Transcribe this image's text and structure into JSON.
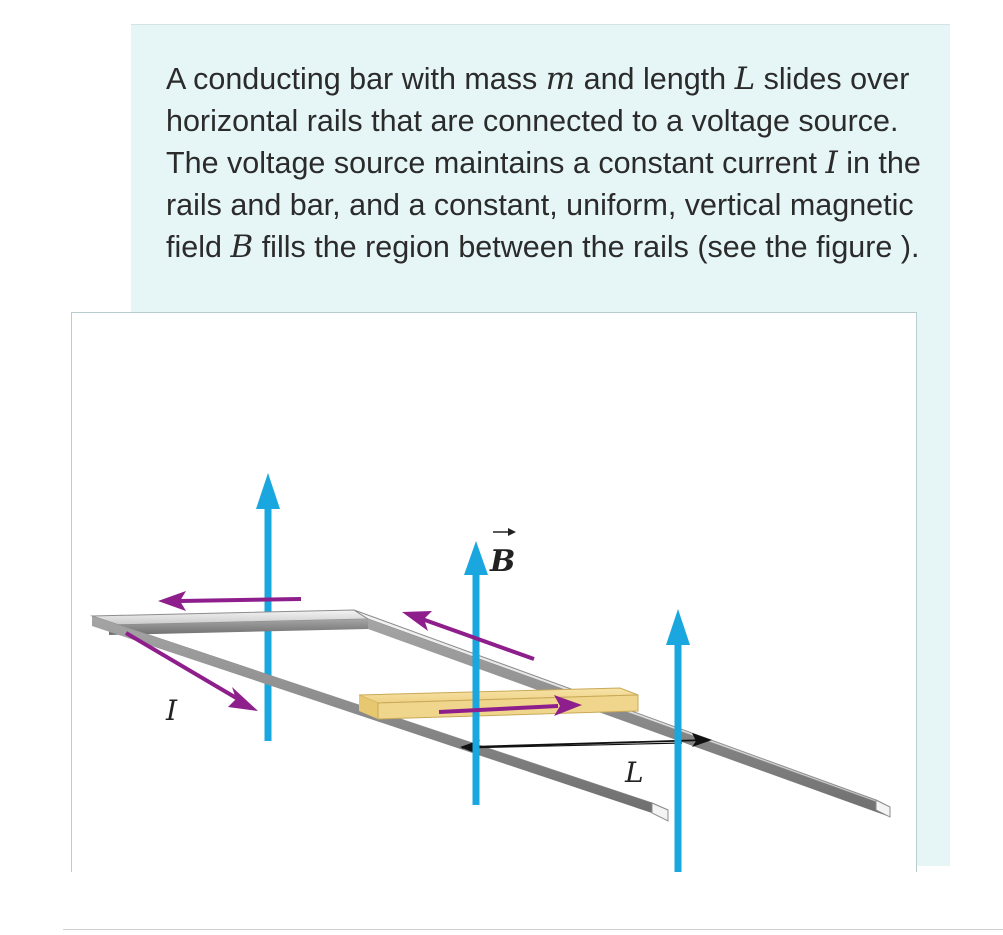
{
  "problem": {
    "text_1": "A conducting bar with mass ",
    "var_m": "m",
    "text_2": " and length ",
    "var_L": "L",
    "text_3": " slides over horizontal rails that are connected to a voltage source. The voltage source maintains a constant current ",
    "var_I": "I",
    "text_4": " in the rails and bar, and a constant, uniform, vertical magnetic field ",
    "var_B": "B",
    "text_5": " fills the region between the rails (see the figure )."
  },
  "figure": {
    "label_B": "B",
    "label_I": "I",
    "label_L": "L",
    "colors": {
      "field_arrow": "#1aa7e0",
      "current_arrow": "#8e1e8c",
      "bar": "#f3d890",
      "rail_light": "#e8e8e8",
      "rail_dark": "#8a8a8a"
    }
  }
}
